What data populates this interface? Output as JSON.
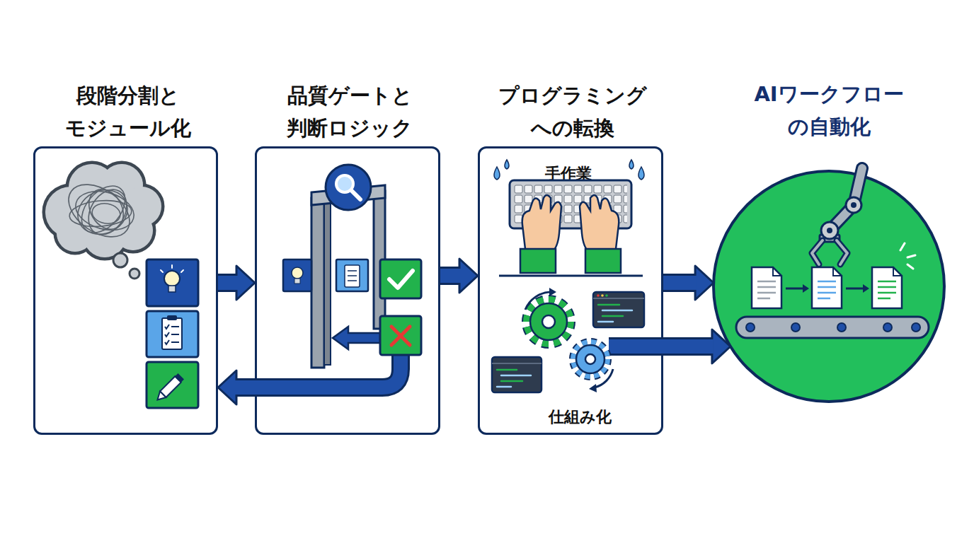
{
  "diagram": {
    "nodes": [
      {
        "text": [
          "段階分割と モジュール化"
        ]
      },
      {
        "text": [
          "品質ゲートと 判断ロジック"
        ]
      },
      {
        "text": [
          "プログラミング への転換",
          "手作業",
          "仕組み化"
        ]
      },
      {
        "text": [
          "AIワークフロー の自動化"
        ]
      }
    ],
    "edges": [
      {
        "from": 0,
        "to": 1,
        "arrow": "to"
      },
      {
        "from": 1,
        "to": 2,
        "arrow": "to"
      },
      {
        "from": 2,
        "to": 3,
        "arrow": "to"
      },
      {
        "from": 2,
        "to": 3,
        "arrow": "to"
      },
      {
        "from": 1,
        "to": 0,
        "arrow": "to"
      }
    ]
  }
}
